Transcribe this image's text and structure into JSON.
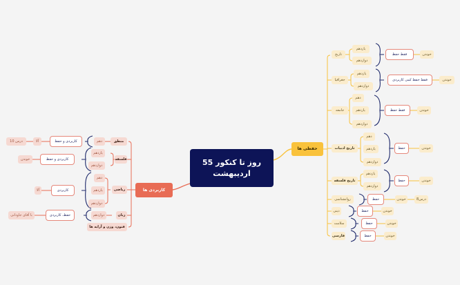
{
  "root": {
    "line1": "روز تا کنکور 55",
    "line2": "اردیبهشت"
  },
  "colors": {
    "background": "#f4f4f4",
    "root": "#0d1457",
    "right_branch": "#f9c23c",
    "left_branch": "#e86c55",
    "brace": "#1f2a6b"
  },
  "right": {
    "label": "حفظی ها",
    "subjects": [
      {
        "label": "تاریخ",
        "grades": [
          "یازدهم",
          "دوازدهم"
        ],
        "task": "فقط حفظ",
        "action": "خوندن"
      },
      {
        "label": "جغرافیا",
        "grades": [
          "یازدهم",
          "دوازدهم"
        ],
        "task": "فقط حفظ کمی کاربردی",
        "action": "خوندن"
      },
      {
        "label": "جامعه",
        "grades": [
          "دهم",
          "یازدهم",
          "دوازدهم"
        ],
        "task": "فقط حفظ",
        "action": "خوندن"
      },
      {
        "label": "تاریخ ادبیات",
        "grades": [
          "دهم",
          "یازدهم",
          "دوازدهم"
        ],
        "task": "حفظ",
        "action": "خوندن"
      },
      {
        "label": "تاریخ فلسفه",
        "grades": [
          "یازدهم",
          "دوازدهم"
        ],
        "task": "حفظ",
        "action": "خوندن"
      },
      {
        "label": "روانشناسی",
        "task": "حفظ",
        "action": "خوندن",
        "extra": "درس8"
      },
      {
        "label": "دینی",
        "task": "حفظ",
        "action": "خوندن"
      },
      {
        "label": "سلامت",
        "task": "حفظ",
        "action": "خوندن"
      },
      {
        "label": "فارسی",
        "task": "حفظ",
        "action": "خوندن"
      }
    ]
  },
  "left": {
    "label": "کاربردی ها",
    "subjects": [
      {
        "label": "منطق",
        "grades": [
          "دهم"
        ],
        "task": "کاربردی و حفظ",
        "action": "آلا",
        "extra": "درس 10"
      },
      {
        "label": "فلسفه",
        "grades": [
          "یازدهم",
          "دوازدهم"
        ],
        "task": "کاربردی و حفظ",
        "action": "خوندن"
      },
      {
        "label": "ریاضی",
        "grades": [
          "دهم",
          "یازدهم",
          "دوازدهم"
        ],
        "task": "کاربردی",
        "action": "آلا"
      },
      {
        "label": "زبان",
        "grades": [
          "دوازدهم"
        ],
        "task": "حفظ، کاربردی",
        "action": "با آقای جاودانی"
      },
      {
        "label": "فنون، وزن و آرایه ها"
      }
    ]
  }
}
